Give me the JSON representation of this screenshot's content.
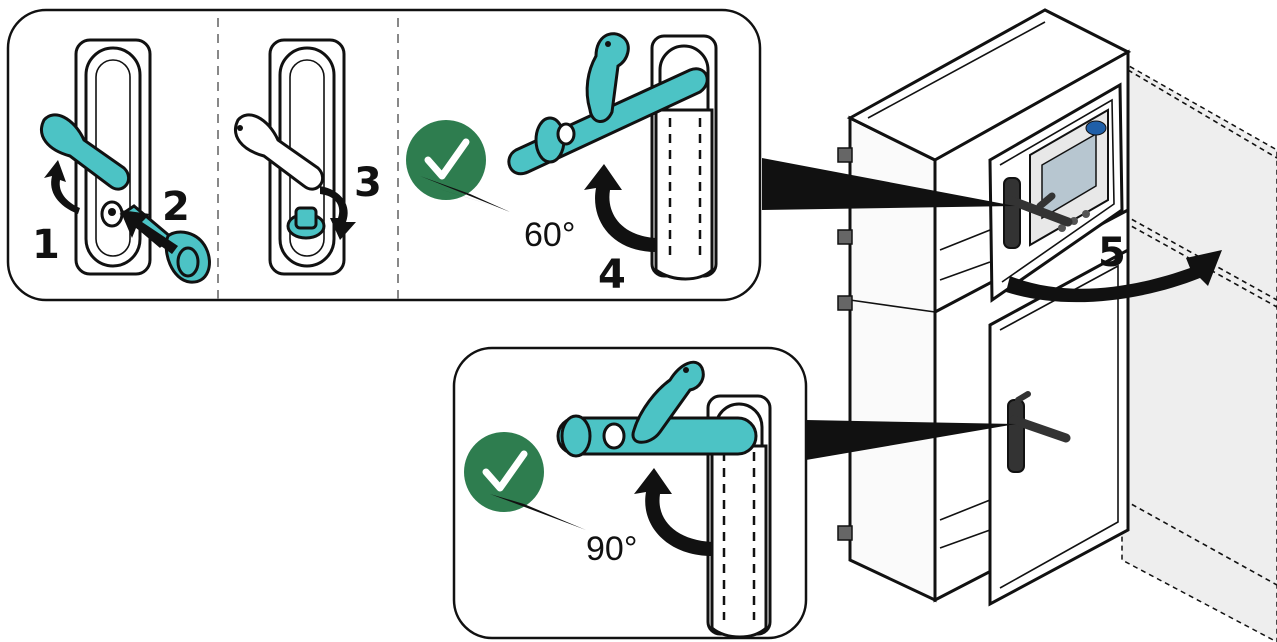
{
  "steps": {
    "s1": "1",
    "s2": "2",
    "s3": "3",
    "s4": "4",
    "s5": "5"
  },
  "angles": {
    "top": "60°",
    "bottom": "90°"
  },
  "colors": {
    "handle_accent": "#4cc3c5",
    "check_badge": "#2e7d4f",
    "outline": "#111111"
  },
  "icons": {
    "check": "checkmark-icon",
    "key": "key-icon"
  }
}
